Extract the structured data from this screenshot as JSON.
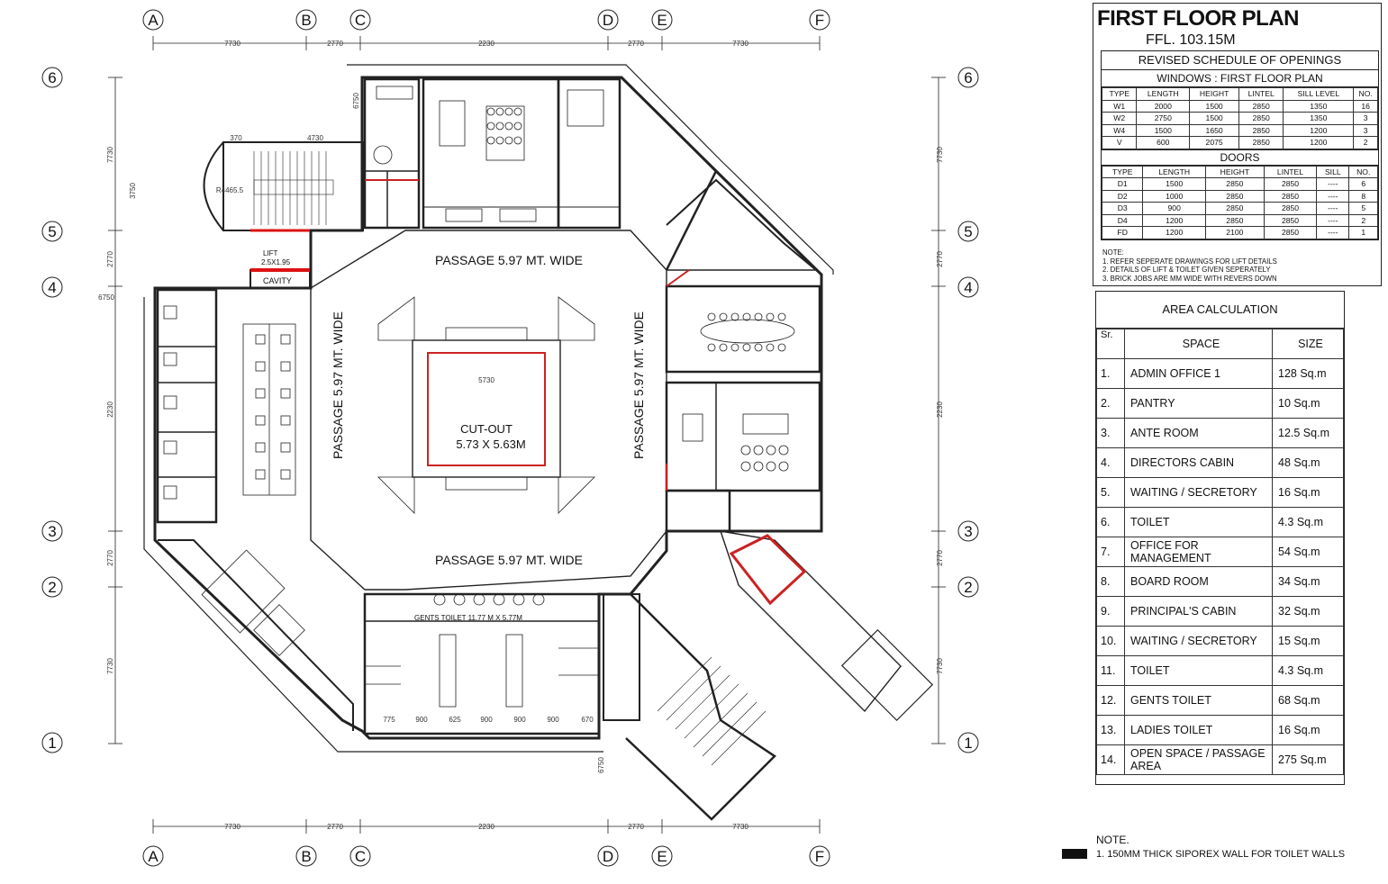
{
  "plan": {
    "column_grid": [
      "A",
      "B",
      "C",
      "D",
      "E",
      "F"
    ],
    "row_grid": [
      "6",
      "5",
      "4",
      "3",
      "2",
      "1"
    ],
    "top_dims": [
      "7730",
      "2770",
      "2230",
      "2770",
      "7730"
    ],
    "bottom_dims": [
      "7730",
      "2770",
      "2230",
      "2770",
      "7730"
    ],
    "left_dims": [
      "7730",
      "2770",
      "2230",
      "2770",
      "7730"
    ],
    "right_dims": [
      "7730",
      "2770",
      "2230",
      "2770",
      "7730"
    ],
    "passage_top": "PASSAGE 5.97 MT. WIDE",
    "passage_bottom": "PASSAGE 5.97 MT. WIDE",
    "passage_left": "PASSAGE 5.97 MT. WIDE",
    "passage_right": "PASSAGE 5.97 MT. WIDE",
    "cutout_label": "CUT-OUT",
    "cutout_size": "5.73 X 5.63M",
    "cutout_dim": "5730",
    "lift_label": "LIFT",
    "lift_size": "2.5X1.95",
    "cavity_label": "CAVITY",
    "gents_toilet_label": "GENTS TOILET 11.77 M X 5.77M",
    "dim_6750_a": "6750",
    "dim_6750_b": "6750",
    "dim_6750_c": "6750",
    "dim_370": "370",
    "dim_4730": "4730",
    "dim_3750": "3750",
    "dim_r": "R4465.5",
    "toilet_dims": [
      "775",
      "900",
      "625",
      "900",
      "900",
      "900",
      "670"
    ]
  },
  "schedule": {
    "title": "FIRST FLOOR PLAN",
    "ffl": "FFL. 103.15M",
    "revised": "REVISED SCHEDULE OF OPENINGS",
    "windows_title": "WINDOWS : FIRST FLOOR PLAN",
    "window_headers": [
      "TYPE",
      "LENGTH",
      "HEIGHT",
      "LINTEL",
      "SILL LEVEL",
      "NO."
    ],
    "windows": [
      [
        "W1",
        "2000",
        "1500",
        "2850",
        "1350",
        "16"
      ],
      [
        "W2",
        "2750",
        "1500",
        "2850",
        "1350",
        "3"
      ],
      [
        "W4",
        "1500",
        "1650",
        "2850",
        "1200",
        "3"
      ],
      [
        "V",
        "600",
        "2075",
        "2850",
        "1200",
        "2"
      ]
    ],
    "doors_title": "DOORS",
    "door_headers": [
      "TYPE",
      "LENGTH",
      "HEIGHT",
      "LINTEL",
      "SILL",
      "NO."
    ],
    "doors": [
      [
        "D1",
        "1500",
        "2850",
        "2850",
        "----",
        "6"
      ],
      [
        "D2",
        "1000",
        "2850",
        "2850",
        "----",
        "8"
      ],
      [
        "D3",
        "900",
        "2850",
        "2850",
        "----",
        "5"
      ],
      [
        "D4",
        "1200",
        "2850",
        "2850",
        "----",
        "2"
      ],
      [
        "FD",
        "1200",
        "2100",
        "2850",
        "----",
        "1"
      ]
    ],
    "note_title": "NOTE:",
    "notes": [
      "1. REFER SEPERATE DRAWINGS FOR LIFT DETAILS",
      "2. DETAILS OF LIFT & TOILET GIVEN SEPERATELY",
      "3. BRICK JOBS ARE MM WIDE WITH REVERS DOWN"
    ]
  },
  "area": {
    "title": "AREA CALCULATION",
    "headers": [
      "Sr.",
      "SPACE",
      "SIZE"
    ],
    "rows": [
      [
        "1.",
        "ADMIN OFFICE 1",
        "128 Sq.m"
      ],
      [
        "2.",
        "PANTRY",
        "10 Sq.m"
      ],
      [
        "3.",
        "ANTE ROOM",
        "12.5 Sq.m"
      ],
      [
        "4.",
        "DIRECTORS CABIN",
        "48 Sq.m"
      ],
      [
        "5.",
        "WAITING / SECRETORY",
        "16 Sq.m"
      ],
      [
        "6.",
        "TOILET",
        "4.3 Sq.m"
      ],
      [
        "7.",
        "OFFICE FOR MANAGEMENT",
        "54 Sq.m"
      ],
      [
        "8.",
        "BOARD ROOM",
        "34 Sq.m"
      ],
      [
        "9.",
        "PRINCIPAL'S CABIN",
        "32 Sq.m"
      ],
      [
        "10.",
        "WAITING / SECRETORY",
        "15 Sq.m"
      ],
      [
        "11.",
        "TOILET",
        "4.3 Sq.m"
      ],
      [
        "12.",
        "GENTS TOILET",
        "68 Sq.m"
      ],
      [
        "13.",
        "LADIES TOILET",
        "16 Sq.m"
      ],
      [
        "14.",
        "OPEN SPACE / PASSAGE AREA",
        "275 Sq.m"
      ]
    ]
  },
  "bottom_note": {
    "title": "NOTE.",
    "text": "1. 150MM THICK SIPOREX WALL FOR TOILET WALLS"
  }
}
